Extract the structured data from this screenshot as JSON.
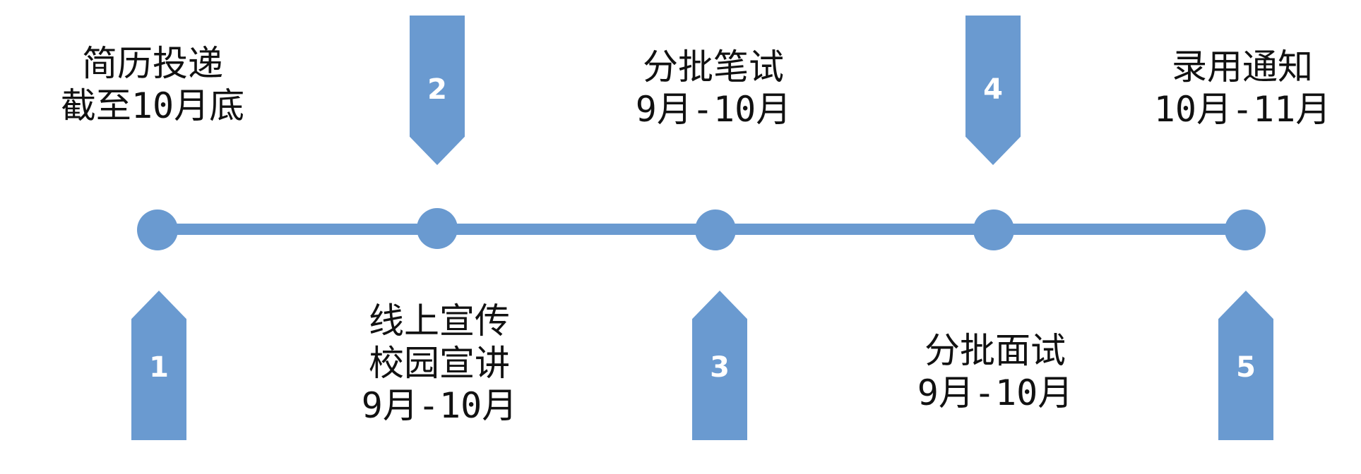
{
  "colors": {
    "accent": "#6a9ad0",
    "text": "#111111",
    "arrow_text": "#ffffff"
  },
  "stages": [
    {
      "number": "1",
      "lines": [
        "简历投递",
        "截至10月底"
      ]
    },
    {
      "number": "2",
      "lines": [
        "线上宣传",
        "校园宣讲",
        "9月-10月"
      ]
    },
    {
      "number": "3",
      "lines": [
        "分批笔试",
        "9月-10月"
      ]
    },
    {
      "number": "4",
      "lines": [
        "分批面试",
        "9月-10月"
      ]
    },
    {
      "number": "5",
      "lines": [
        "录用通知",
        "10月-11月"
      ]
    }
  ]
}
